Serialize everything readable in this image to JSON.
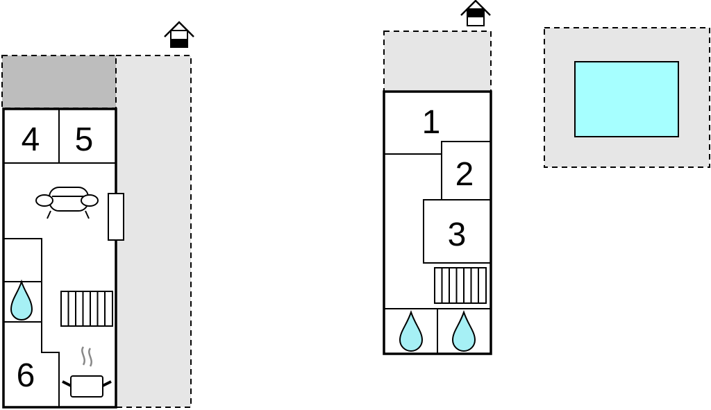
{
  "colors": {
    "background": "#ffffff",
    "outdoor_area": "#e6e6e6",
    "terrace_dark": "#bdbdbd",
    "pool_water": "#a6ffff",
    "water_drop": "#a6f0f5",
    "stroke": "#000000"
  },
  "icons": {
    "entrance": "house-entrance-icon",
    "sofa": "sofa-icon",
    "water": "water-drop-icon",
    "stairs": "stairs-icon",
    "cooking": "cooking-pot-icon",
    "pool": "swimming-pool-icon"
  },
  "left_plan": {
    "rooms": [
      {
        "label": "4"
      },
      {
        "label": "5"
      },
      {
        "label": "6"
      }
    ]
  },
  "right_plan": {
    "rooms": [
      {
        "label": "1"
      },
      {
        "label": "2"
      },
      {
        "label": "3"
      }
    ]
  }
}
